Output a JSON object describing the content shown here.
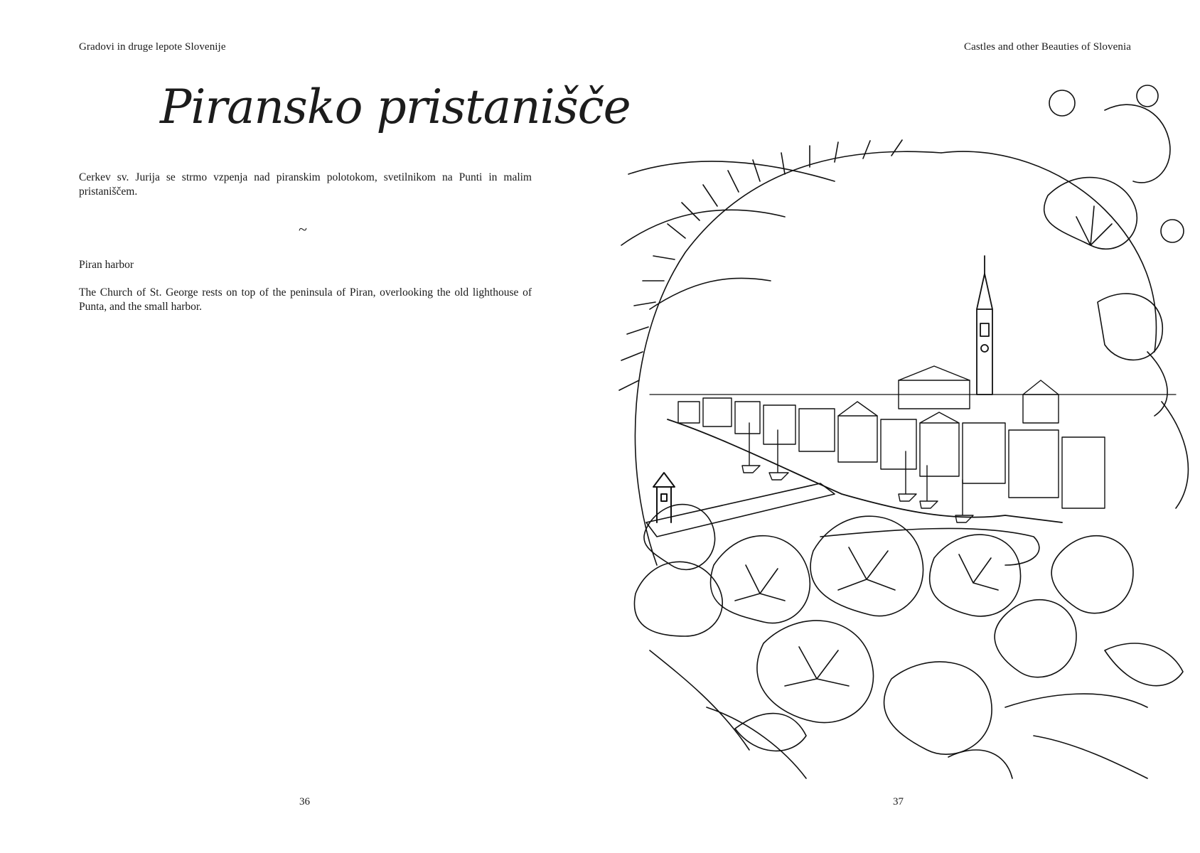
{
  "left_page": {
    "running_head": "Gradovi in druge lepote Slovenije",
    "title": "Piransko pristanišče",
    "paragraph_sl": "Cerkev sv.  Jurija se strmo vzpenja nad piranskim polotokom, svetilnikom na Punti in malim pristaniščem.",
    "separator": "~",
    "subheading_en": "Piran harbor",
    "paragraph_en": "The Church of St. George rests on top of the peninsula of Piran, overlooking the old lighthouse of Punta, and the small harbor.",
    "page_number": "36"
  },
  "right_page": {
    "running_head": "Castles and other Beauties of Slovenia",
    "page_number": "37"
  }
}
